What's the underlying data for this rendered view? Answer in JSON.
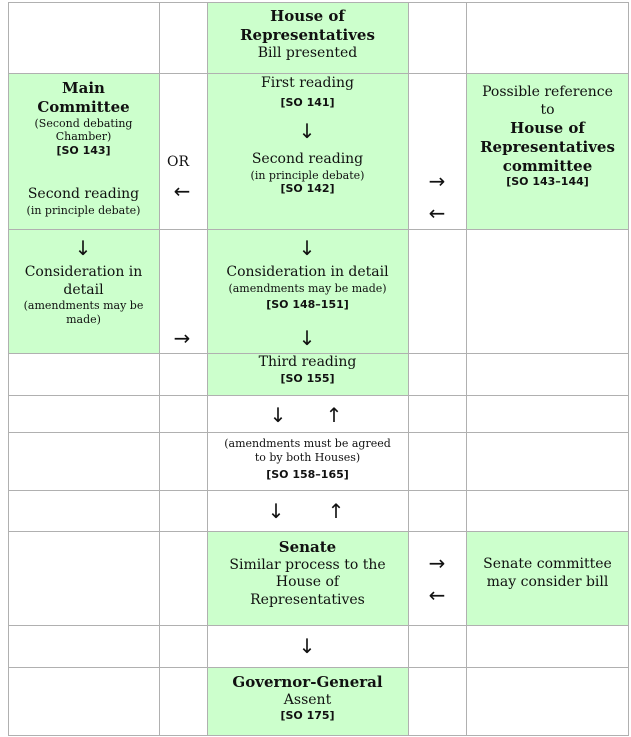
{
  "house": {
    "title_line1": "House of",
    "title_line2": "Representatives",
    "bill_presented": "Bill presented",
    "first_reading": "First reading",
    "first_reading_so": "[SO 141]",
    "second_reading": "Second reading",
    "second_reading_note": "(in principle debate)",
    "second_reading_so": "[SO 142]",
    "consideration": "Consideration in detail",
    "consideration_note": "(amendments may be made)",
    "consideration_so": "[SO 148–151]",
    "third_reading": "Third reading",
    "third_reading_so": "[SO 155]"
  },
  "main_committee": {
    "title_line1": "Main",
    "title_line2": "Committee",
    "subtitle_line1": "(Second debating",
    "subtitle_line2": "Chamber)",
    "so": "[SO 143]",
    "second_reading": "Second reading",
    "second_reading_note": "(in principle debate)",
    "consideration_line1": "Consideration in",
    "consideration_line2": "detail",
    "consideration_note_line1": "(amendments may be",
    "consideration_note_line2": "made)"
  },
  "or_label": "OR",
  "hr_committee": {
    "line1": "Possible reference",
    "line2": "to",
    "title_line1": "House of",
    "title_line2": "Representatives",
    "title_line3": "committee",
    "so": "[SO 143–144]"
  },
  "amendments": {
    "note_line1": "(amendments must be agreed",
    "note_line2": "to by both Houses)",
    "so": "[SO 158–165]"
  },
  "senate": {
    "title": "Senate",
    "line1": "Similar process to the",
    "line2": "House of",
    "line3": "Representatives",
    "committee_line1": "Senate committee",
    "committee_line2": "may consider bill"
  },
  "governor": {
    "title": "Governor-General",
    "assent": "Assent",
    "so": "[SO 175]"
  },
  "arrows": {
    "down": "↓",
    "up": "↑",
    "left": "←",
    "right": "→"
  },
  "colors": {
    "fill": "#ccffcc",
    "grid": "#b0b0b0"
  }
}
